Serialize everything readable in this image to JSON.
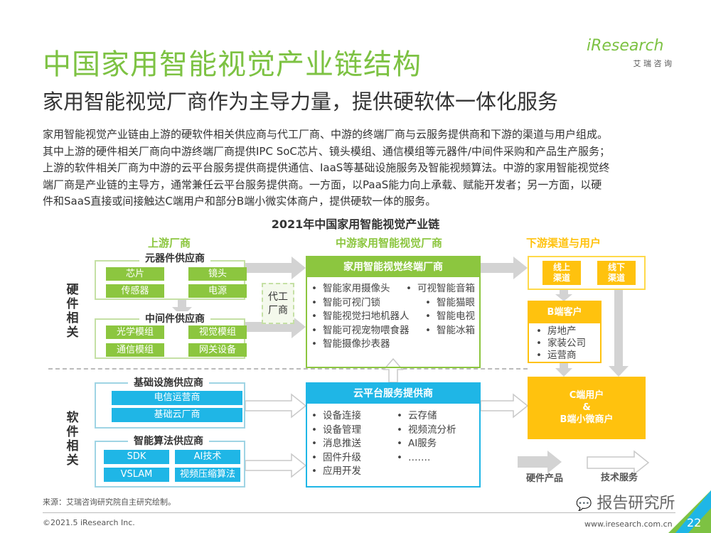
{
  "header": {
    "title": "中国家用智能视觉产业链结构",
    "subtitle": "家用智能视觉厂商作为主导力量，提供硬软体一体化服务",
    "logo_text": "iResearch",
    "logo_sub": "艾 瑞 咨 询"
  },
  "paragraph": [
    "家用智能视觉产业链由上游的硬软件相关供应商与代工厂商、中游的终端厂商与云服务提供商和下游的渠道与用户组成。",
    "其中上游的硬件相关厂商向中游终端厂商提供IPC SoC芯片、镜头模组、通信模组等元器件/中间件采购和产品生产服务；",
    "上游的软件相关厂商为中游的云平台服务提供商提供通信、IaaS等基础设施服务及智能视频算法。中游的家用智能视觉终",
    "端厂商是产业链的主导方，通常兼任云平台服务提供商。一方面，以PaaS能力向上承载、赋能开发者；另一方面，以硬",
    "件和SaaS直接或间接触达C端用户和部分B端小微实体商户，提供硬软一体的服务。"
  ],
  "diagram": {
    "title": "2021年中国家用智能视觉产业链",
    "columns": {
      "upstream": "上游厂商",
      "midstream": "中游家用智能视觉厂商",
      "downstream": "下游渠道与用户"
    },
    "row_labels": {
      "hardware": "硬件相关",
      "software": "软件相关"
    },
    "components": {
      "title": "元器件供应商",
      "items": [
        "芯片",
        "镜头",
        "传感器",
        "电源"
      ]
    },
    "middleware": {
      "title": "中间件供应商",
      "items": [
        "光学模组",
        "视觉模组",
        "通信模组",
        "网关设备"
      ]
    },
    "oem": "代工厂商",
    "terminal": {
      "title": "家用智能视觉终端厂商",
      "left": [
        "智能家用摄像头",
        "智能可视门锁",
        "智能视觉扫地机器人",
        "智能可视宠物喂食器",
        "智能摄像抄表器"
      ],
      "right": [
        "可视智能音箱",
        "智能猫眼",
        "智能电视",
        "智能冰箱"
      ]
    },
    "infra": {
      "title": "基础设施供应商",
      "items": [
        "电信运营商",
        "基础云厂商"
      ]
    },
    "algo": {
      "title": "智能算法供应商",
      "items": [
        "SDK",
        "AI技术",
        "VSLAM",
        "视频压缩算法"
      ]
    },
    "cloud": {
      "title": "云平台服务提供商",
      "left": [
        "设备连接",
        "设备管理",
        "消息推送",
        "固件升级",
        "应用开发"
      ],
      "right": [
        "云存储",
        "视频流分析",
        "AI服务",
        "……."
      ]
    },
    "channels": {
      "online": "线上渠道",
      "offline": "线下渠道"
    },
    "b_clients": {
      "title": "B端客户",
      "items": [
        "房地产",
        "家装公司",
        "运营商"
      ]
    },
    "c_users": {
      "line1": "C端用户",
      "line2": "&",
      "line3": "B端小微商户"
    },
    "legend": {
      "hardware": "硬件产品",
      "service": "技术服务"
    }
  },
  "footer": {
    "source": "来源：艾瑞咨询研究院自主研究绘制。",
    "copyright": "©2021.5 iResearch Inc.",
    "url": "www.iresearch.com.cn",
    "page": "22",
    "watermark": "报告研究所"
  },
  "colors": {
    "green": "#8cc63f",
    "blue": "#1fb6e6",
    "yellow": "#ffc20e"
  }
}
